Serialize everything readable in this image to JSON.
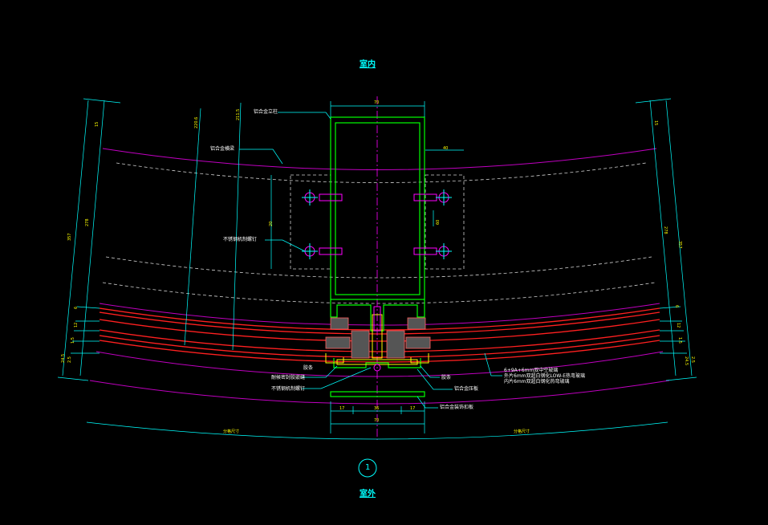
{
  "drawing": {
    "title_top": "室内",
    "title_bottom": "室外",
    "detail_number": "1",
    "colors": {
      "background": "#000000",
      "mullion": "#00ff00",
      "centerline": "#ff00ff",
      "glass": "#ff2020",
      "dimension": "#00ffff",
      "leader_text": "#ffffff",
      "bolt": "#ff00ff",
      "dashed_outline": "#ffffff",
      "curve": "#c000c0",
      "gasket": "#ffff00"
    },
    "labels": {
      "mullion": "铝合金立柱",
      "crossbeam": "铝合金横梁",
      "bolts": "不锈钢机制螺钉",
      "gasket_strip": "耐候密封胶嵌缝",
      "screws_lower": "不锈钢机制螺钉",
      "rubber_left": "胶条",
      "rubber_right": "胶条",
      "pressure_plate": "铝合金压板",
      "cover": "铝合金装饰扣板",
      "glass_line1": "6+9A+6mm双中空玻璃",
      "glass_line2": "外片6mm双超白钢化LOW-E热弯玻璃",
      "glass_line3": "内片6mm双超白钢化热弯玻璃"
    },
    "dimensions": {
      "top_width": "70",
      "bottom_total": "70",
      "bottom_left": "17",
      "bottom_mid": "36",
      "bottom_right": "17",
      "left_outer": "357",
      "left_inner": "278",
      "left_top": "15",
      "left_a": "6",
      "left_b": "12",
      "left_c": "1.5",
      "left_d": "24.5",
      "left_e": "2.5",
      "left_f": "20",
      "left_mid1": "220.6",
      "left_mid2": "211.5",
      "right_outer": "357",
      "right_inner": "278",
      "right_top": "15",
      "right_a": "6",
      "right_b": "12",
      "right_c": "1.5",
      "right_d": "24.5",
      "right_e": "2.5",
      "bracket_w": "40",
      "bracket_h": "60",
      "bottom_arc_left": "分格尺寸",
      "bottom_arc_right": "分格尺寸"
    }
  }
}
